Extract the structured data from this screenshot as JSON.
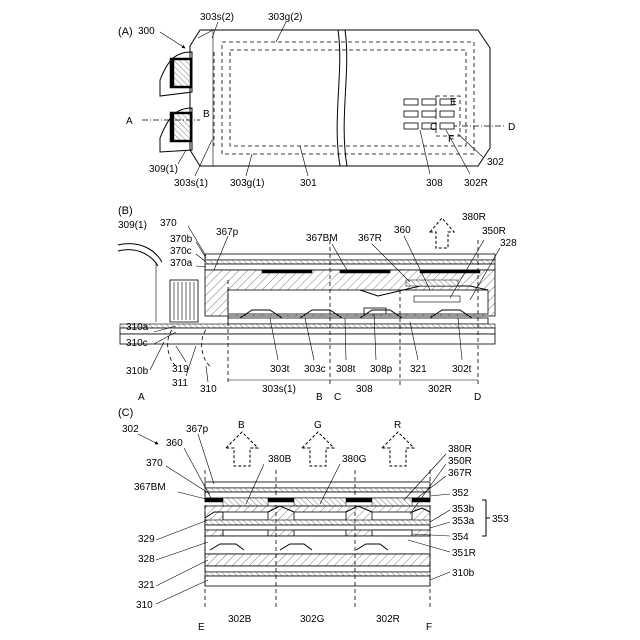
{
  "figure": {
    "panels": [
      {
        "id": "A",
        "panel_label": "(A)",
        "labels": {
          "device": "300",
          "s2": "303s(2)",
          "g2": "303g(2)",
          "flex": "309(1)",
          "s1": "303s(1)",
          "g1": "303g(1)",
          "region": "301",
          "pixel_area": "308",
          "pixel_r": "302R",
          "pixel": "302",
          "cut_a": "A",
          "cut_b": "B",
          "cut_c": "C",
          "cut_d": "D",
          "cut_e": "E",
          "cut_f": "F"
        }
      },
      {
        "id": "B",
        "panel_label": "(B)",
        "labels": {
          "flex": "309(1)",
          "l370": "370",
          "l370b": "370b",
          "l370c": "370c",
          "l370a": "370a",
          "l367p": "367p",
          "l367bm": "367BM",
          "l367r": "367R",
          "l360": "360",
          "l380r": "380R",
          "l350r": "350R",
          "l328": "328",
          "l310a": "310a",
          "l310c": "310c",
          "l310b": "310b",
          "l319": "319",
          "l311": "311",
          "l310": "310",
          "l303t": "303t",
          "l303c": "303c",
          "l308t": "308t",
          "l308p": "308p",
          "l321": "321",
          "l302t": "302t",
          "span_303s1": "303s(1)",
          "span_308": "308",
          "span_302r": "302R",
          "cut_a": "A",
          "cut_b": "B",
          "cut_c": "C",
          "cut_d": "D"
        }
      },
      {
        "id": "C",
        "panel_label": "(C)",
        "labels": {
          "pixel": "302",
          "l367p": "367p",
          "l360": "360",
          "l370": "370",
          "l367bm": "367BM",
          "l329": "329",
          "l328": "328",
          "l321": "321",
          "l310": "310",
          "l380b": "380B",
          "l380g": "380G",
          "l380r": "380R",
          "l350r": "350R",
          "l367r": "367R",
          "l352": "352",
          "l353b": "353b",
          "l353a": "353a",
          "l353": "353",
          "l354": "354",
          "l351r": "351R",
          "l310b": "310b",
          "arrow_b": "B",
          "arrow_g": "G",
          "arrow_r": "R",
          "sub_b": "302B",
          "sub_g": "302G",
          "sub_r": "302R",
          "cut_e": "E",
          "cut_f": "F"
        }
      }
    ]
  }
}
